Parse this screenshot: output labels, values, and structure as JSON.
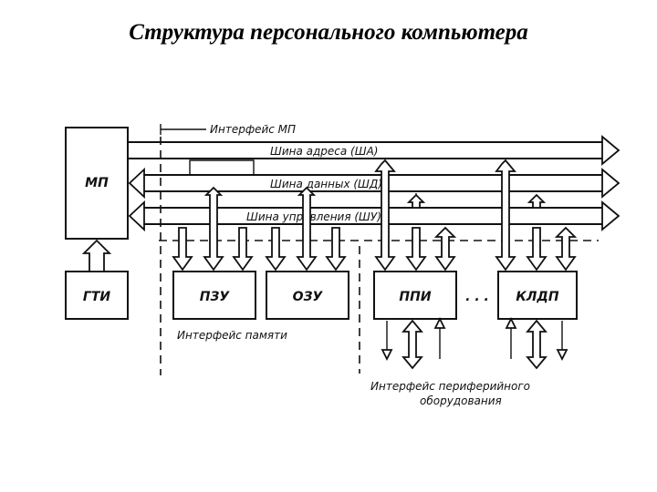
{
  "title": "Структура персонального компьютера",
  "labels": {
    "mp_interface": "Интерфейс МП",
    "address_bus": "Шина адреса (ША)",
    "data_bus": "Шина данных (ШД)",
    "control_bus": "Шина управления (ШУ)",
    "memory_interface": "Интерфейс памяти",
    "peripheral_interface_line1": "Интерфейс периферийного",
    "peripheral_interface_line2": "оборудования",
    "ellipsis": ". . ."
  },
  "blocks": {
    "mp": "МП",
    "gti": "ГТИ",
    "pzu": "ПЗУ",
    "ozu": "ОЗУ",
    "ppi": "ППИ",
    "kldp": "КЛДП"
  }
}
